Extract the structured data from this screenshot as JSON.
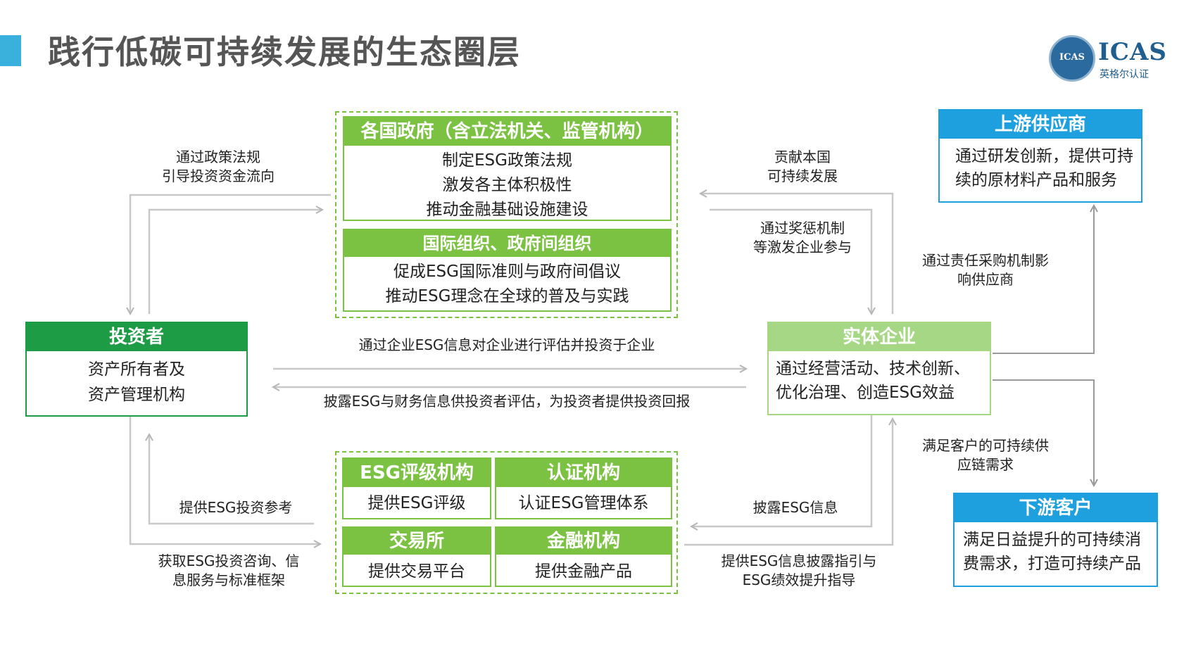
{
  "title": "践行低碳可持续发展的生态圈层",
  "logo": {
    "emblem": "ICAS",
    "word": "ICAS",
    "sub": "英格尔认证"
  },
  "colors": {
    "green_dark": "#1e9c45",
    "green": "#7cc242",
    "green_light": "#a6d784",
    "blue": "#1ea0de",
    "accent": "#3ab0dd"
  },
  "gov": {
    "header": "各国政府（含立法机关、监管机构）",
    "lines": [
      "制定ESG政策法规",
      "激发各主体积极性",
      "推动金融基础设施建设"
    ]
  },
  "intl": {
    "header": "国际组织、政府间组织",
    "lines": [
      "促成ESG国际准则与政府间倡议",
      "推动ESG理念在全球的普及与实践"
    ]
  },
  "investor": {
    "header": "投资者",
    "lines": [
      "资产所有者及",
      "资产管理机构"
    ]
  },
  "enterprise": {
    "header": "实体企业",
    "lines": [
      "通过经营活动、技术创新、",
      "优化治理、创造ESG效益"
    ]
  },
  "upstream": {
    "header": "上游供应商",
    "lines": [
      "通过研发创新，提供可持",
      "续的原材料产品和服务"
    ]
  },
  "downstream": {
    "header": "下游客户",
    "lines": [
      "满足日益提升的可持续消",
      "费需求，打造可持续产品"
    ]
  },
  "services": [
    {
      "header": "ESG评级机构",
      "body": "提供ESG评级"
    },
    {
      "header": "认证机构",
      "body": "认证ESG管理体系"
    },
    {
      "header": "交易所",
      "body": "提供交易平台"
    },
    {
      "header": "金融机构",
      "body": "提供金融产品"
    }
  ],
  "labels": {
    "policy_guide": [
      "通过政策法规",
      "引导投资资金流向"
    ],
    "contribute": [
      "贡献本国",
      "可持续发展"
    ],
    "incentive": [
      "通过奖惩机制",
      "等激发企业参与"
    ],
    "procurement": [
      "通过责任采购机制影",
      "响供应商"
    ],
    "evaluate_invest": "通过企业ESG信息对企业进行评估并投资于企业",
    "disclose_return": "披露ESG与财务信息供投资者评估，为投资者提供投资回报",
    "customer_need": [
      "满足客户的可持续供",
      "应链需求"
    ],
    "invest_reference": "提供ESG投资参考",
    "disclose_esg": "披露ESG信息",
    "get_consulting": [
      "获取ESG投资咨询、信",
      "息服务与标准框架"
    ],
    "disclosure_guide": [
      "提供ESG信息披露指引与",
      "ESG绩效提升指导"
    ]
  }
}
